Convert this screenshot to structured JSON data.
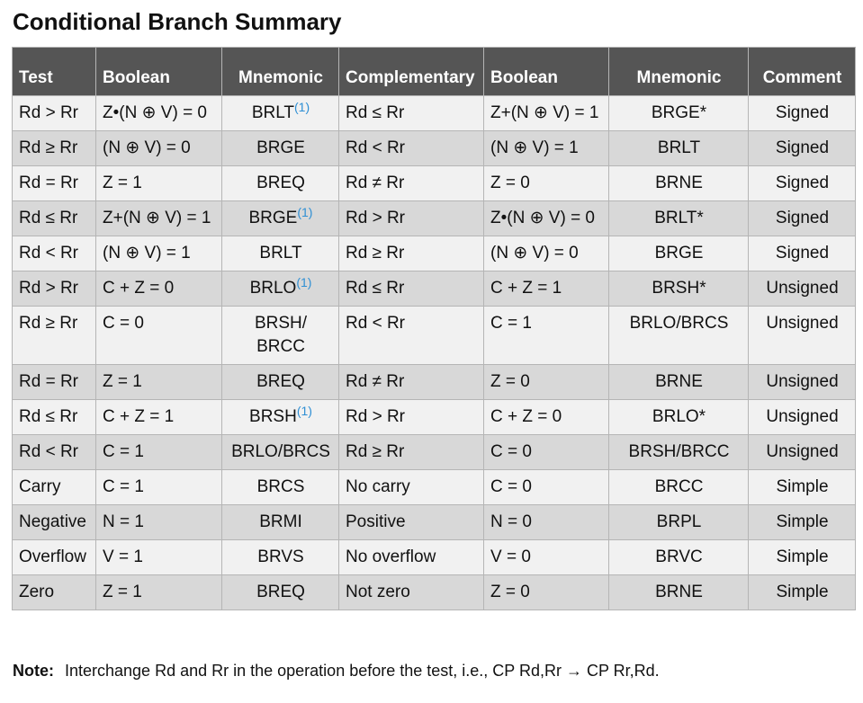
{
  "title": "Conditional Branch Summary",
  "columns": {
    "test": "Test",
    "boolean": "Boolean",
    "mnemonic": "Mnemonic",
    "complementary": "Complementary",
    "boolean2": "Boolean",
    "mnemonic2": "Mnemonic",
    "comment": "Comment"
  },
  "footnote_marker": "(1)",
  "rows": [
    {
      "test": "Rd > Rr",
      "boolean": "Z•(N ⊕ V) = 0",
      "mnemonic": "BRLT",
      "fn": true,
      "complementary": "Rd ≤ Rr",
      "boolean2": "Z+(N ⊕ V) = 1",
      "mnemonic2": "BRGE*",
      "comment": "Signed"
    },
    {
      "test": "Rd ≥ Rr",
      "boolean": "(N ⊕ V) = 0",
      "mnemonic": "BRGE",
      "fn": false,
      "complementary": "Rd < Rr",
      "boolean2": "(N ⊕ V) = 1",
      "mnemonic2": "BRLT",
      "comment": "Signed"
    },
    {
      "test": "Rd = Rr",
      "boolean": "Z = 1",
      "mnemonic": "BREQ",
      "fn": false,
      "complementary": "Rd ≠ Rr",
      "boolean2": "Z = 0",
      "mnemonic2": "BRNE",
      "comment": "Signed"
    },
    {
      "test": "Rd ≤ Rr",
      "boolean": "Z+(N ⊕ V) = 1",
      "mnemonic": "BRGE",
      "fn": true,
      "complementary": "Rd > Rr",
      "boolean2": "Z•(N ⊕ V) = 0",
      "mnemonic2": "BRLT*",
      "comment": "Signed"
    },
    {
      "test": "Rd < Rr",
      "boolean": "(N ⊕ V) = 1",
      "mnemonic": "BRLT",
      "fn": false,
      "complementary": "Rd ≥ Rr",
      "boolean2": "(N ⊕ V) = 0",
      "mnemonic2": "BRGE",
      "comment": "Signed"
    },
    {
      "test": "Rd > Rr",
      "boolean": "C + Z = 0",
      "mnemonic": "BRLO",
      "fn": true,
      "complementary": "Rd ≤ Rr",
      "boolean2": "C + Z = 1",
      "mnemonic2": "BRSH*",
      "comment": "Unsigned"
    },
    {
      "test": "Rd ≥ Rr",
      "boolean": "C = 0",
      "mnemonic": "BRSH/ BRCC",
      "fn": false,
      "complementary": "Rd < Rr",
      "boolean2": "C = 1",
      "mnemonic2": "BRLO/BRCS",
      "comment": "Unsigned"
    },
    {
      "test": "Rd = Rr",
      "boolean": "Z = 1",
      "mnemonic": "BREQ",
      "fn": false,
      "complementary": "Rd ≠ Rr",
      "boolean2": "Z = 0",
      "mnemonic2": "BRNE",
      "comment": "Unsigned"
    },
    {
      "test": "Rd ≤ Rr",
      "boolean": "C + Z = 1",
      "mnemonic": "BRSH",
      "fn": true,
      "complementary": "Rd > Rr",
      "boolean2": "C + Z = 0",
      "mnemonic2": "BRLO*",
      "comment": "Unsigned"
    },
    {
      "test": "Rd < Rr",
      "boolean": "C = 1",
      "mnemonic": "BRLO/BRCS",
      "fn": false,
      "complementary": "Rd ≥ Rr",
      "boolean2": "C = 0",
      "mnemonic2": "BRSH/BRCC",
      "comment": "Unsigned"
    },
    {
      "test": "Carry",
      "boolean": "C = 1",
      "mnemonic": "BRCS",
      "fn": false,
      "complementary": "No carry",
      "boolean2": "C = 0",
      "mnemonic2": "BRCC",
      "comment": "Simple"
    },
    {
      "test": "Negative",
      "boolean": "N = 1",
      "mnemonic": "BRMI",
      "fn": false,
      "complementary": "Positive",
      "boolean2": "N = 0",
      "mnemonic2": "BRPL",
      "comment": "Simple"
    },
    {
      "test": "Overflow",
      "boolean": "V = 1",
      "mnemonic": "BRVS",
      "fn": false,
      "complementary": "No overflow",
      "boolean2": "V = 0",
      "mnemonic2": "BRVC",
      "comment": "Simple"
    },
    {
      "test": "Zero",
      "boolean": "Z = 1",
      "mnemonic": "BREQ",
      "fn": false,
      "complementary": "Not zero",
      "boolean2": "Z = 0",
      "mnemonic2": "BRNE",
      "comment": "Simple"
    }
  ],
  "note": {
    "label": "Note:",
    "text": "Interchange Rd and Rr in the operation before the test, i.e., CP Rd,Rr → CP Rr,Rd."
  },
  "colors": {
    "header_bg": "#555555",
    "row_light": "#f1f1f1",
    "row_dark": "#d8d8d8",
    "footnote_link": "#2e8fd4"
  }
}
